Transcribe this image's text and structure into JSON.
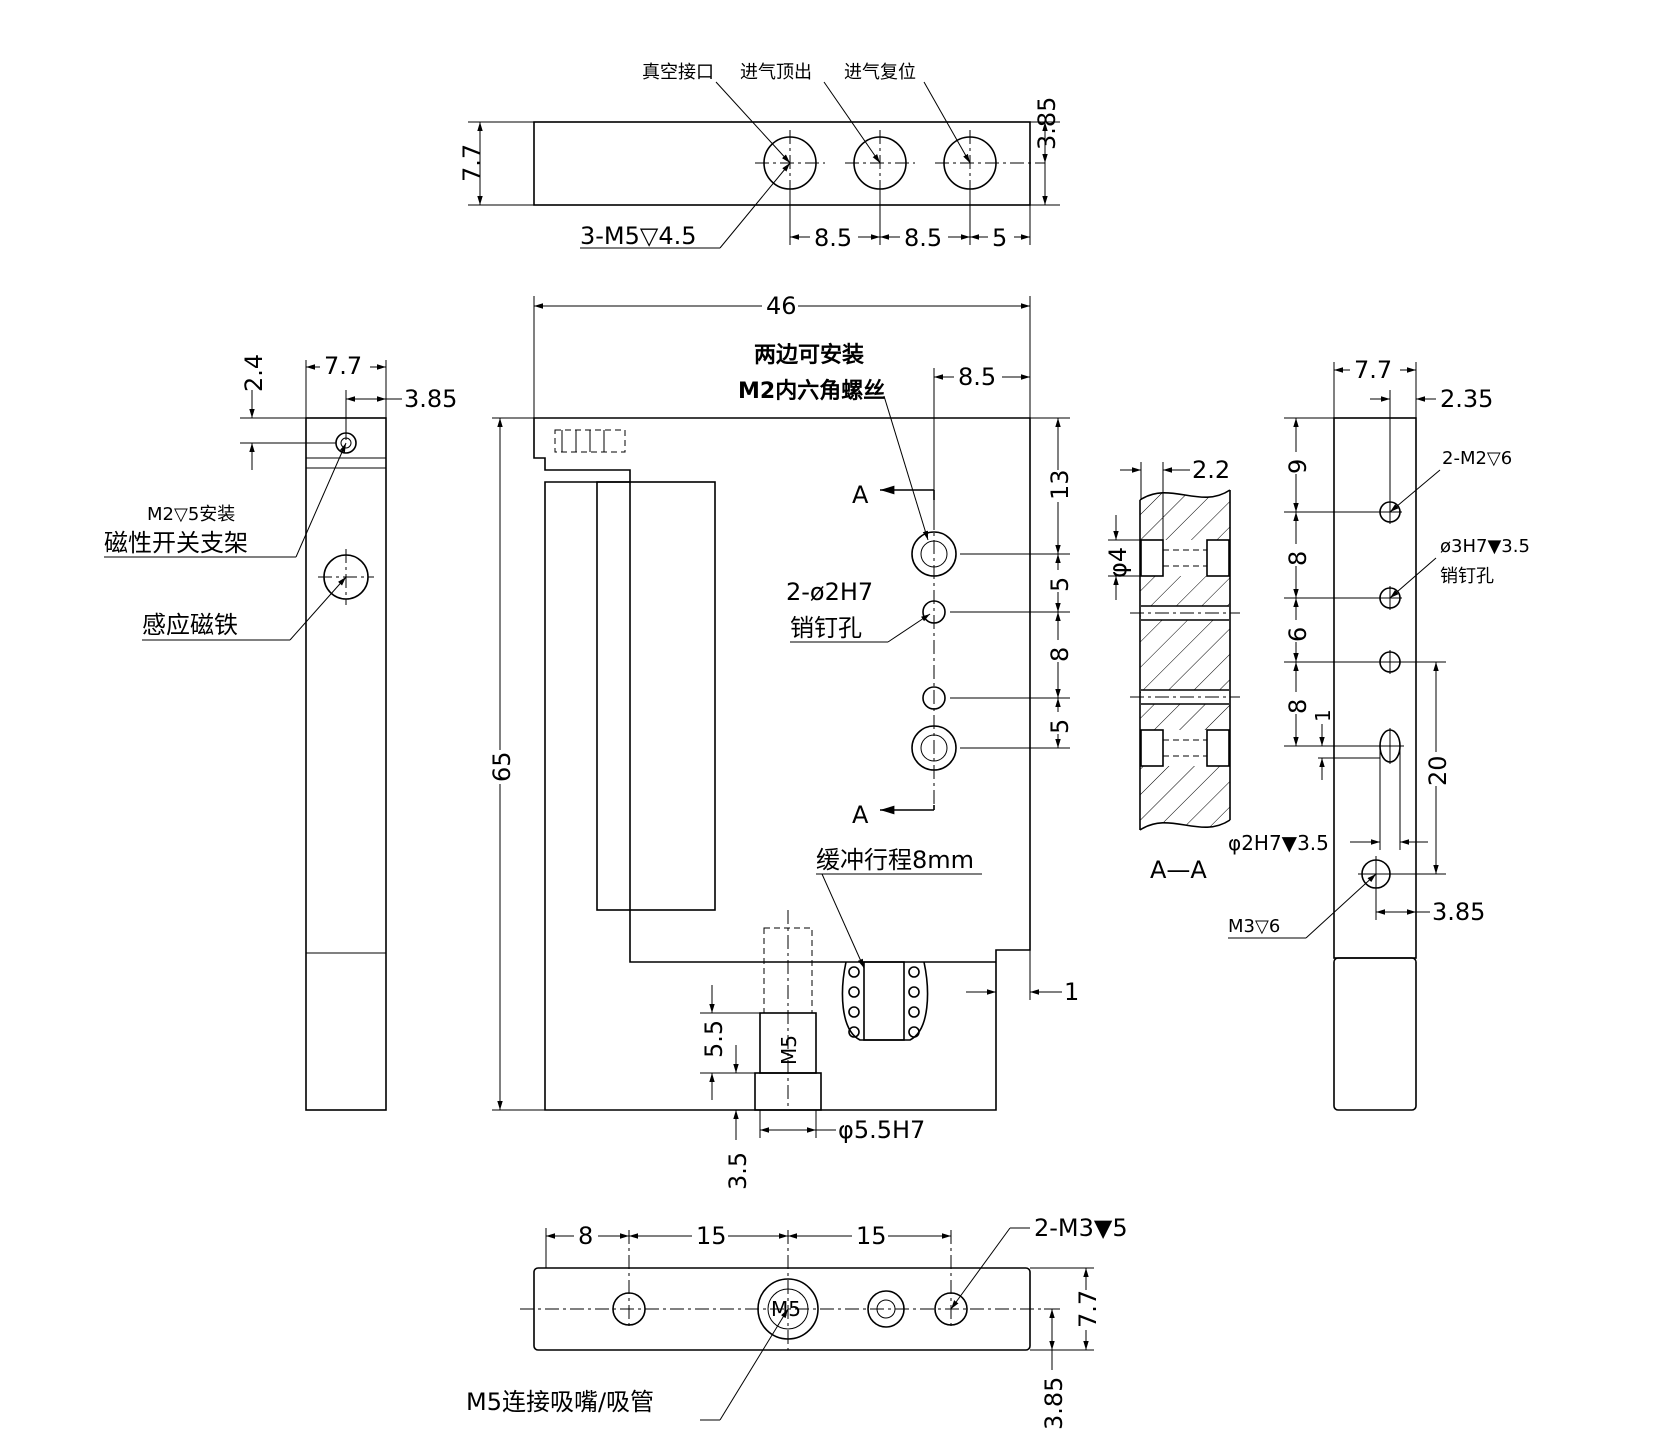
{
  "top_view": {
    "labels": {
      "vacuum_port": "真空接口",
      "air_in_push": "进气顶出",
      "air_in_reset": "进气复位"
    },
    "thread_callout": "3-M5▽4.5",
    "dims": {
      "height": "7.7",
      "center": "3.85",
      "pitch1": "8.5",
      "pitch2": "8.5",
      "edge": "5"
    }
  },
  "left_view": {
    "dims": {
      "top_offset": "2.4",
      "width": "7.7",
      "half": "3.85"
    },
    "callouts": {
      "bracket_line1": "M2▽5安装",
      "bracket_line2": "磁性开关支架",
      "magnet": "感应磁铁"
    }
  },
  "front_view": {
    "dims": {
      "width": "46",
      "height": "65",
      "offset_right": "8.5",
      "d13": "13",
      "d5a": "5",
      "d8": "8",
      "d5b": "5",
      "d1": "1",
      "d55": "5.5",
      "d35": "3.5",
      "bore": "φ5.5H7"
    },
    "callouts": {
      "mount_line1": "两边可安装",
      "mount_line2": "M2内六角螺丝",
      "pin_line1": "2-ø2H7",
      "pin_line2": "销钉孔",
      "stroke": "缓冲行程8mm",
      "section_a": "A",
      "thread_m5": "M5"
    }
  },
  "section_view": {
    "title": "A—A",
    "dims": {
      "width": "2.2",
      "dia": "φ4"
    }
  },
  "right_view": {
    "dims": {
      "width": "7.7",
      "offset": "2.35",
      "d9": "9",
      "d8a": "8",
      "d6": "6",
      "d8b": "8",
      "d1": "1",
      "d20": "20",
      "d385": "3.85",
      "pin_dim": "φ2H7▼3.5"
    },
    "callouts": {
      "m2": "2-M2▽6",
      "pin_line1": "ø3H7▼3.5",
      "pin_line2": "销钉孔",
      "m3": "M3▽6"
    }
  },
  "bottom_view": {
    "dims": {
      "d8": "8",
      "d15a": "15",
      "d15b": "15",
      "height": "7.7",
      "center": "3.85"
    },
    "callouts": {
      "m3": "2-M3▼5",
      "m5_connect": "M5连接吸嘴/吸管",
      "m5": "M5"
    }
  }
}
